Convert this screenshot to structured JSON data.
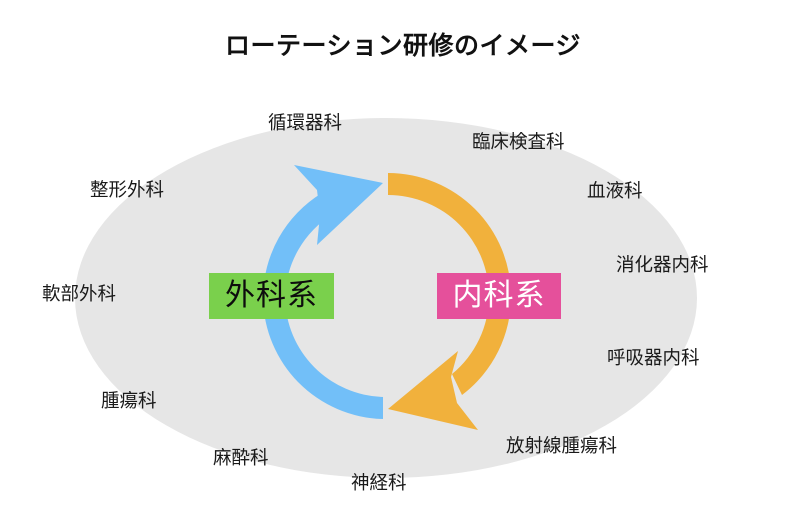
{
  "title": "ローテーション研修のイメージ",
  "colors": {
    "background": "#ffffff",
    "ellipse": "#e6e6e6",
    "surgical_arrow": "#72bff8",
    "internal_arrow": "#f1b13c",
    "surgical_label_bg": "#7ad04c",
    "internal_label_bg": "#e5509b",
    "surgical_label_text": "#0d0d0d",
    "internal_label_text": "#ffffff"
  },
  "cycle": {
    "surgical": {
      "label": "外科系",
      "direction": "upward-clockwise",
      "icon": "curved-arrow-icon"
    },
    "internal": {
      "label": "内科系",
      "direction": "downward-clockwise",
      "icon": "curved-arrow-icon"
    }
  },
  "departments": [
    {
      "id": "cardiology",
      "label": "循環器科"
    },
    {
      "id": "clinical-laboratory",
      "label": "臨床検査科"
    },
    {
      "id": "hematology",
      "label": "血液科"
    },
    {
      "id": "gastroenterology",
      "label": "消化器内科"
    },
    {
      "id": "respiratory",
      "label": "呼吸器内科"
    },
    {
      "id": "radiation-oncology",
      "label": "放射線腫瘍科"
    },
    {
      "id": "neurology",
      "label": "神経科"
    },
    {
      "id": "anesthesiology",
      "label": "麻酔科"
    },
    {
      "id": "oncology",
      "label": "腫瘍科"
    },
    {
      "id": "soft-tissue-surgery",
      "label": "軟部外科"
    },
    {
      "id": "orthopedic-surgery",
      "label": "整形外科"
    }
  ]
}
